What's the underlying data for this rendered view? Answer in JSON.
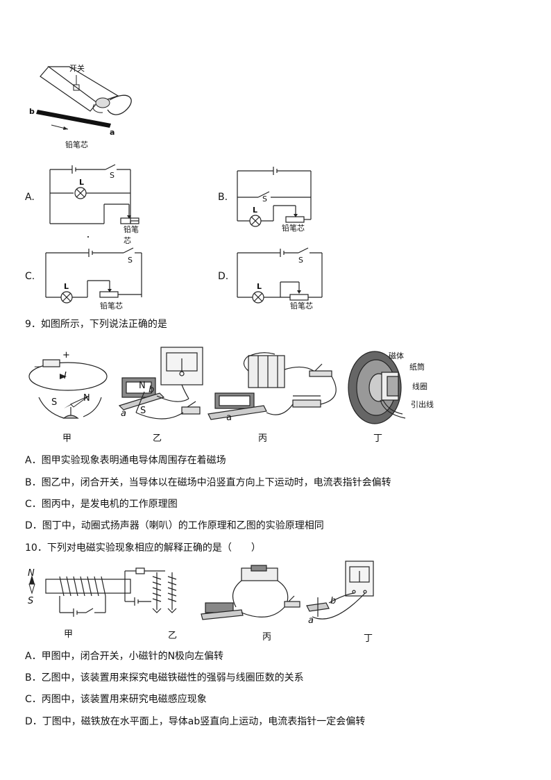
{
  "fig_pencil": {
    "switch_label": "开关",
    "end_b": "b",
    "end_a": "a",
    "core_label": "铅笔芯"
  },
  "q8_options": [
    {
      "letter": "A.",
      "lamp": "L",
      "switch": "S",
      "core": "铅笔芯"
    },
    {
      "letter": "B.",
      "lamp": "L",
      "switch": "S",
      "core": "铅笔芯"
    },
    {
      "letter": "C.",
      "lamp": "L",
      "switch": "S",
      "core": "铅笔芯"
    },
    {
      "letter": "D.",
      "lamp": "L",
      "switch": "S",
      "core": "铅笔芯"
    }
  ],
  "q9": {
    "stem": "9．如图所示，下列说法正确的是",
    "fig_labels": {
      "jia_minus": "－",
      "jia_plus": "+",
      "jia_current": "I",
      "jia_s": "S",
      "jia_n": "N",
      "yi_n": "N",
      "yi_b": "b",
      "yi_a": "a",
      "yi_s": "S",
      "bing_a": "a",
      "ding_magnet": "磁体",
      "ding_cone": "纸筒",
      "ding_coil": "线圈",
      "ding_lead": "引出线"
    },
    "captions": [
      "甲",
      "乙",
      "丙",
      "丁"
    ],
    "options": [
      "A．图甲实验现象表明通电导体周围存在着磁场",
      "B．图乙中，闭合开关，当导体以在磁场中沿竖直方向上下运动时，电流表指针会偏转",
      "C．图丙中，是发电机的工作原理图",
      "D．图丁中，动圈式扬声器（喇叭）的工作原理和乙图的实验原理相同"
    ]
  },
  "q10": {
    "stem": "10．下列对电磁实验现象相应的解释正确的是（　　）",
    "fig_labels": {
      "jia_n": "N",
      "jia_s": "S",
      "ding_b": "b",
      "ding_a": "a"
    },
    "captions": [
      "甲",
      "乙",
      "丙",
      "丁"
    ],
    "options": [
      "A．甲图中，闭合开关，小磁针的N极向左偏转",
      "B．乙图中，该装置用来探究电磁铁磁性的强弱与线圈匝数的关系",
      "C．丙图中，该装置用来研究电磁感应现象",
      "D．丁图中，磁铁放在水平面上，导体ab竖直向上运动，电流表指针一定会偏转"
    ]
  }
}
